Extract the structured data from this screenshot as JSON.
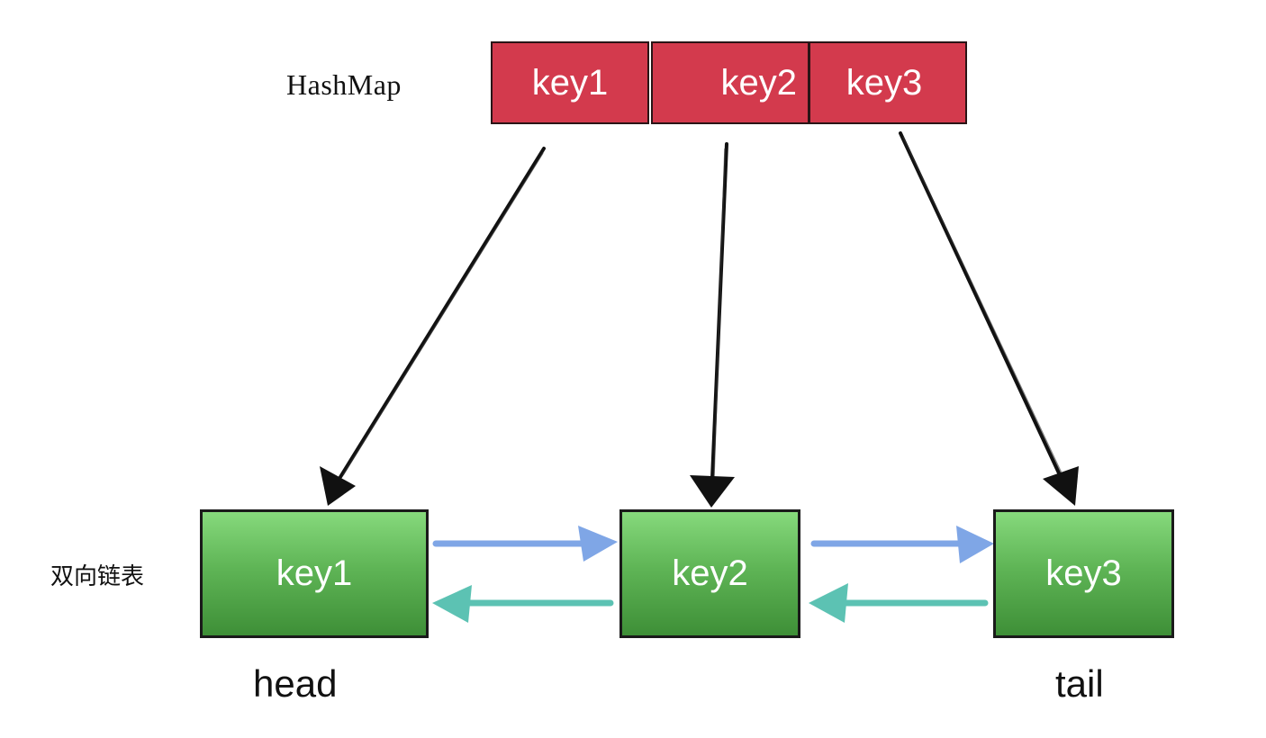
{
  "hashmap": {
    "label": "HashMap",
    "keys": [
      "key1",
      "key2",
      "key3"
    ],
    "color": "#d33a4d"
  },
  "linked_list": {
    "label": "双向链表",
    "nodes": [
      "key1",
      "key2",
      "key3"
    ],
    "head_label": "head",
    "tail_label": "tail",
    "node_color": "#5fb556"
  },
  "colors": {
    "next_arrow": "#7fa6e6",
    "prev_arrow": "#5cc2b3",
    "pointer_arrow": "#111111"
  }
}
